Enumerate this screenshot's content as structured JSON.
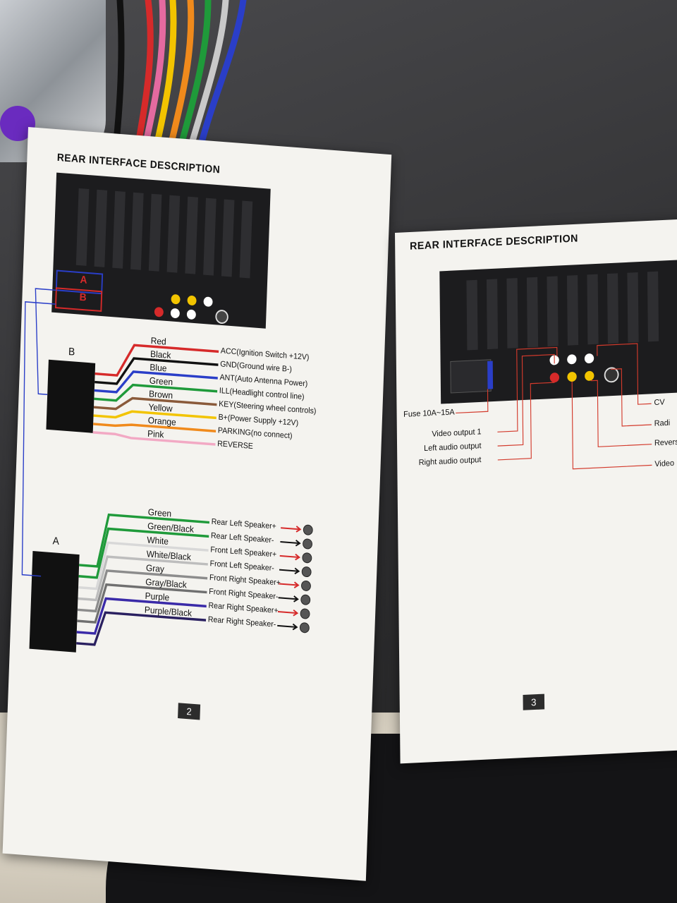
{
  "left_page": {
    "title": "REAR INTERFACE DESCRIPTION",
    "connector_a": "A",
    "connector_b": "B",
    "harness_b_label": "B",
    "harness_a_label": "A",
    "wires_b": [
      {
        "color_name": "Red",
        "function": "ACC(Ignition Switch +12V)",
        "hex": "#d62a2a"
      },
      {
        "color_name": "Black",
        "function": "GND(Ground wire B-)",
        "hex": "#111111"
      },
      {
        "color_name": "Blue",
        "function": "ANT(Auto Antenna Power)",
        "hex": "#2a3ec8"
      },
      {
        "color_name": "Green",
        "function": "ILL(Headlight control line)",
        "hex": "#1f9a3a"
      },
      {
        "color_name": "Brown",
        "function": "KEY(Steering wheel controls)",
        "hex": "#8a5a3a"
      },
      {
        "color_name": "Yellow",
        "function": "B+(Power Supply +12V)",
        "hex": "#f2c400"
      },
      {
        "color_name": "Orange",
        "function": "PARKING(no connect)",
        "hex": "#f08a1c"
      },
      {
        "color_name": "Pink",
        "function": "REVERSE",
        "hex": "#f2a9c4"
      }
    ],
    "wires_a": [
      {
        "color_name": "Green",
        "function": "Rear Left Speaker+",
        "hex": "#1f9a3a"
      },
      {
        "color_name": "Green/Black",
        "function": "Rear Left Speaker-",
        "hex": "#1f9a3a"
      },
      {
        "color_name": "White",
        "function": "Front Left Speaker+",
        "hex": "#d8d8d8"
      },
      {
        "color_name": "White/Black",
        "function": "Front Left Speaker-",
        "hex": "#bdbdbd"
      },
      {
        "color_name": "Gray",
        "function": "Front Right Speaker+",
        "hex": "#8c8c8c"
      },
      {
        "color_name": "Gray/Black",
        "function": "Front Right Speaker-",
        "hex": "#6f6f6f"
      },
      {
        "color_name": "Purple",
        "function": "Rear Right Speaker+",
        "hex": "#3a2aa8"
      },
      {
        "color_name": "Purple/Black",
        "function": "Rear Right Speaker-",
        "hex": "#2a2060"
      }
    ],
    "page_number": "2"
  },
  "right_page": {
    "title": "REAR INTERFACE DESCRIPTION",
    "callouts_left": [
      "Fuse 10A~15A",
      "Video output 1",
      "Left audio output",
      "Right audio output"
    ],
    "callouts_right": [
      "CV",
      "Radi",
      "Reversing v",
      "Video"
    ],
    "page_number": "3"
  },
  "colors": {
    "page": "#f4f3ef",
    "unit_dark": "#1c1c1e",
    "callout_red": "#d33a2c"
  }
}
